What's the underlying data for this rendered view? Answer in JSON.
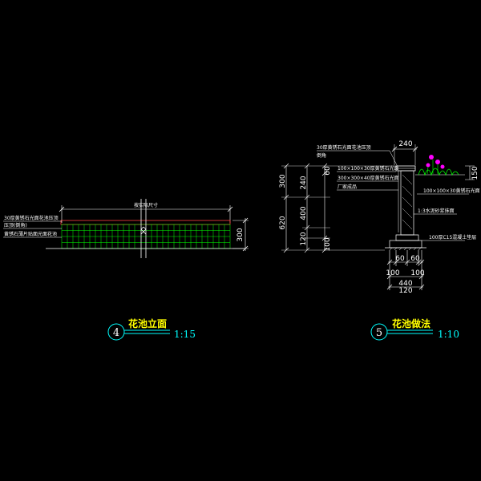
{
  "colors": {
    "background": "#000000",
    "green": "#00ff00",
    "cyan": "#00ffff",
    "white": "#ffffff",
    "yellow": "#ffff00",
    "red": "#ff4040",
    "magenta": "#ff00ff"
  },
  "left_view": {
    "title": "花池立面",
    "number": "4",
    "scale": "1:15",
    "overall_label": "按实际尺寸",
    "callouts": [
      "30厚黄锈石光面花池压顶",
      "压顶(倒角)",
      "黄锈石薄片贴面光面花池"
    ],
    "height_dim": "300"
  },
  "right_view": {
    "title": "花池做法",
    "number": "5",
    "scale": "1:10",
    "callouts": [
      "30厚黄锈石光面花池压顶",
      "倒角",
      "100×100×30厚黄锈石光面",
      "300×300×40厚黄锈石光面",
      "厂家成品",
      "100×100×30黄锈石光面",
      "1:3水泥砂浆抹面",
      "100厚C15混凝土垫层"
    ],
    "top_dim": "240",
    "left_dims": [
      "300",
      "620",
      "240",
      "400",
      "120",
      "60",
      "100"
    ],
    "right_dim": "150",
    "bottom_dims": [
      "60",
      "60",
      "100",
      "100",
      "440",
      "120"
    ]
  }
}
